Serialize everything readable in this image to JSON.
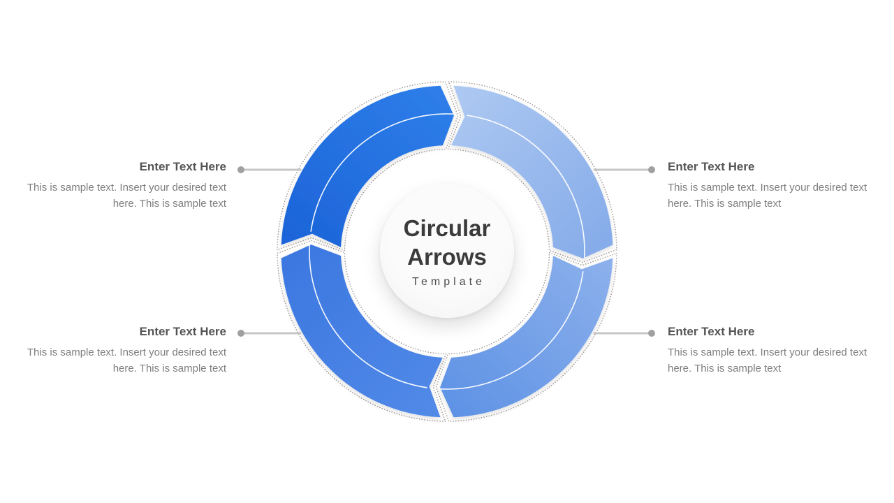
{
  "diagram": {
    "center": {
      "title": "Circular Arrows",
      "subtitle": "Template"
    },
    "segments": [
      {
        "id": "top-left",
        "color_start": "#1b63d8",
        "color_end": "#2e7ee9"
      },
      {
        "id": "top-right",
        "color_start": "#aec9f2",
        "color_end": "#82a9e8"
      },
      {
        "id": "bottom-right",
        "color_start": "#90b3ec",
        "color_end": "#5e92e5"
      },
      {
        "id": "bottom-left",
        "color_start": "#528ae7",
        "color_end": "#3a76e0"
      }
    ],
    "outline_dot_color": "#a29992",
    "divider_line_color": "#ffffff"
  },
  "connector": {
    "line_color": "#c6c6c6",
    "dot_color": "#a0a0a0"
  },
  "callouts": [
    {
      "position": "top-left",
      "title": "Enter Text Here",
      "body": "This is sample text. Insert your desired text here. This is sample text"
    },
    {
      "position": "top-right",
      "title": "Enter Text Here",
      "body": "This is sample text. Insert your desired text here. This is sample text"
    },
    {
      "position": "bottom-left",
      "title": "Enter Text Here",
      "body": "This is sample text. Insert your desired text here. This is sample text"
    },
    {
      "position": "bottom-right",
      "title": "Enter Text Here",
      "body": "This is sample text. Insert your desired text here. This is sample text"
    }
  ]
}
